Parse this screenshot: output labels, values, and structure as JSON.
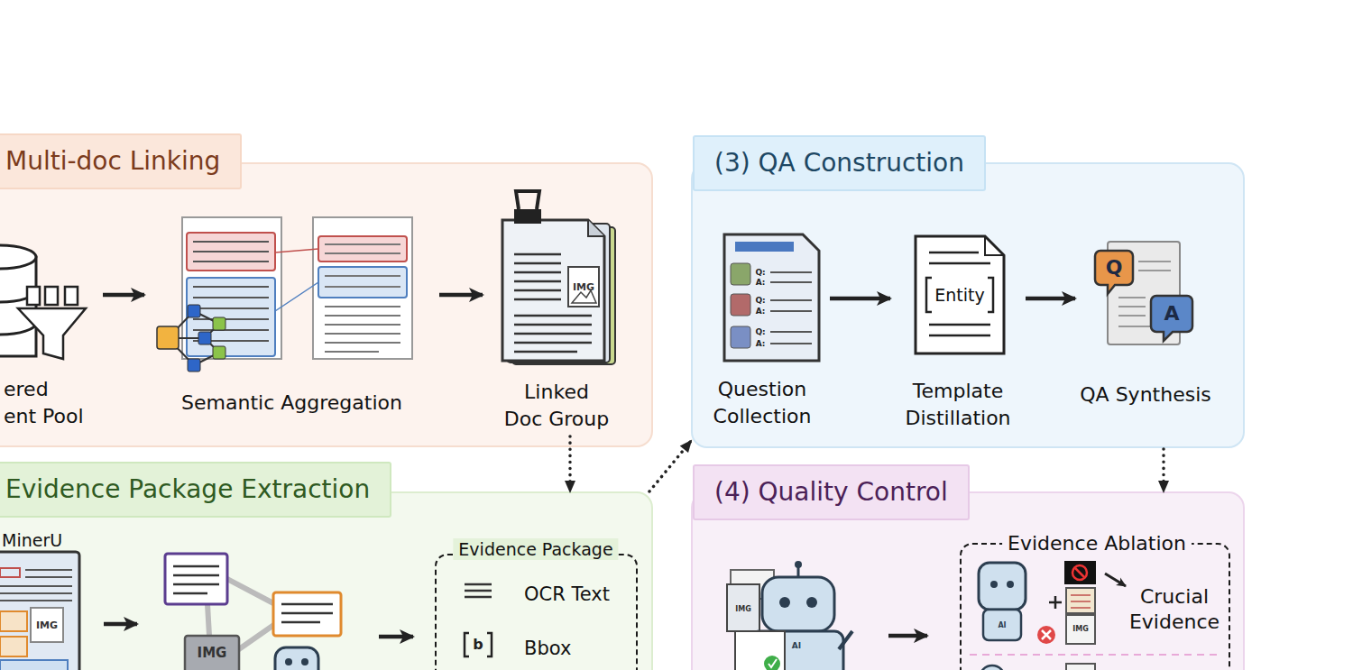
{
  "diagram": {
    "nodes": [
      {
        "text": [
          "Multi-doc Linking"
        ]
      },
      {
        "text": [
          "ered",
          "ent Pool"
        ],
        "in": 0
      },
      {
        "text": [
          "Semantic Aggregation"
        ],
        "in": 0
      },
      {
        "text": [
          "Linked Doc Group"
        ],
        "in": 0
      },
      {
        "text": [
          "Evidence Package Extraction"
        ]
      },
      {
        "text": [
          "MinerU"
        ],
        "in": 4
      },
      {
        "text": [
          "Evidence Package",
          "OCR Text",
          "Bbox"
        ],
        "in": 4
      },
      {
        "text": [
          "(3) QA Construction"
        ]
      },
      {
        "text": [
          "Question Collection"
        ],
        "in": 7
      },
      {
        "text": [
          "Template Distillation"
        ],
        "in": 7
      },
      {
        "text": [
          "QA Synthesis"
        ],
        "in": 7
      },
      {
        "text": [
          "(4) Quality Control"
        ]
      },
      {
        "text": [
          "Evidence Ablation",
          "Crucial Evidence"
        ],
        "in": 11
      }
    ],
    "edges": [
      {
        "from": 1,
        "to": 2,
        "arrow": "to"
      },
      {
        "from": 2,
        "to": 3,
        "arrow": "to"
      },
      {
        "from": 3,
        "to": 4,
        "arrow": "to"
      },
      {
        "from": 4,
        "to": 7,
        "arrow": "to"
      },
      {
        "from": 8,
        "to": 9,
        "arrow": "to"
      },
      {
        "from": 9,
        "to": 10,
        "arrow": "to"
      },
      {
        "from": 10,
        "to": 11,
        "arrow": "to"
      }
    ],
    "labels": [
      "IMG",
      "IMG",
      "IMG",
      "IMG",
      "IMG",
      "Entity",
      "Q",
      "A",
      "AI",
      "AI",
      "b",
      "Q:",
      "A:",
      "Q:",
      "A:",
      "Q:",
      "A:"
    ]
  }
}
